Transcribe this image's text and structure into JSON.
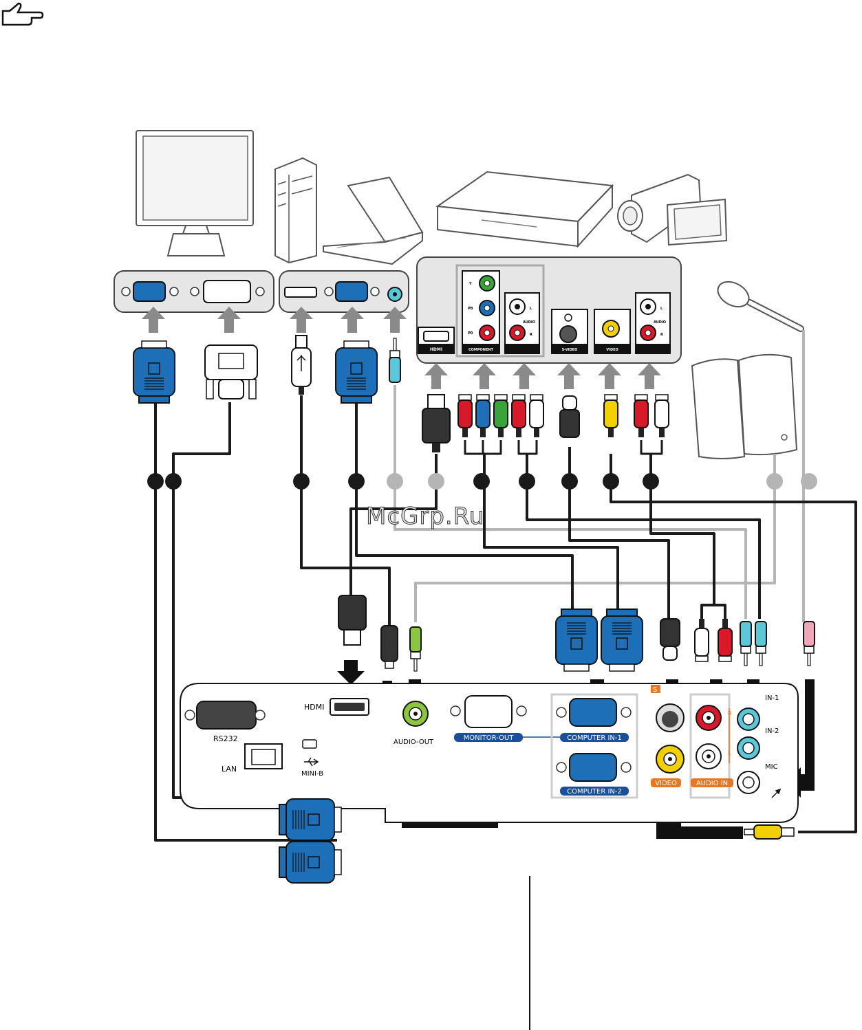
{
  "watermark": "McGrp.Ru",
  "projector_ports": {
    "hdmi": "HDMI",
    "rs232": "RS232",
    "lan": "LAN",
    "mini_b": "MINI-B",
    "audio_out": "AUDIO-OUT",
    "monitor_out": "MONITOR-OUT",
    "computer_in_1": "COMPUTER IN-1",
    "computer_in_2": "COMPUTER IN-2",
    "video": "VIDEO",
    "audio_in": "AUDIO IN",
    "in_1": "IN-1",
    "in_2": "IN-2",
    "mic": "MIC",
    "s_mark": "S",
    "r_mark": "R",
    "l_mark": "L"
  },
  "av_panel": {
    "hdmi": "HDMI",
    "component": "COMPONENT",
    "svideo": "S-VIDEO",
    "video": "VIDEO",
    "audio_1": "AUDIO",
    "audio_2": "AUDIO",
    "y": "Y",
    "pb": "PB",
    "pr": "PR",
    "l1": "L",
    "r1": "R",
    "l2": "L",
    "r2": "R"
  },
  "colors": {
    "vga_blue": "#1d6fb8",
    "component_green": "#3aa33a",
    "component_blue": "#1d6fb8",
    "red": "#d7192a",
    "yellow": "#f2d000",
    "cyan": "#5ac8d8",
    "pink": "#f0a6b8",
    "lime": "#8cc63f",
    "cable_dark": "#1a1a1a",
    "cable_grey": "#b5b5b5",
    "panel_grey": "#e6e6e6",
    "tag_blue": "#1b4f9c",
    "tag_orange": "#e87722"
  },
  "icons": [
    "note-icon",
    "monitor-icon",
    "desktop-pc-icon",
    "laptop-icon",
    "dvd-player-icon",
    "camcorder-icon",
    "microphone-icon",
    "speakers-icon",
    "usb-symbol-icon",
    "mic-symbol-icon"
  ]
}
